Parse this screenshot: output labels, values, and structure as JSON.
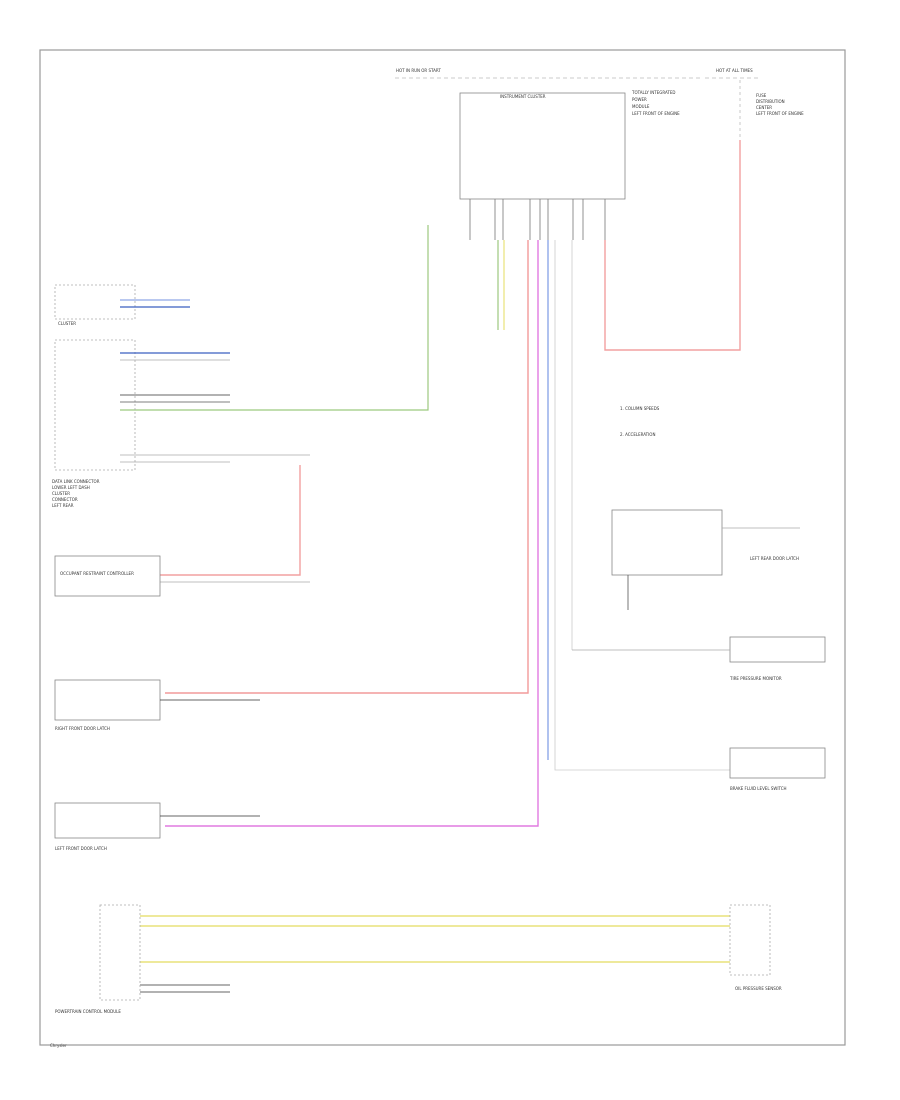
{
  "diagram": {
    "fuse_block_top": "HOT IN RUN OR START",
    "fuse_block_top_right": "HOT AT ALL TIMES",
    "instrument_module": "INSTRUMENT CLUSTER",
    "cluster_label": "CLUSTER",
    "right_upper_labels": [
      "TOTALLY INTEGRATED",
      "POWER",
      "MODULE",
      "LEFT FRONT OF ENGINE"
    ],
    "top_right_block": [
      "FUSE",
      "DISTRIBUTION",
      "CENTER",
      "LEFT FRONT OF ENGINE"
    ],
    "left_connectors": [
      "DATA LINK CONNECTOR",
      "LOWER LEFT DASH",
      "CLUSTER",
      "CONNECTOR",
      "LEFT REAR"
    ],
    "notes": [
      "1. COLUMN SPEEDS",
      "2. ACCELERATION"
    ],
    "modules": [
      "RIGHT FRONT DOOR LATCH",
      "LEFT FRONT DOOR LATCH",
      "OCCUPANT RESTRAINT CONTROLLER",
      "LEFT REAR DOOR LATCH",
      "TIRE PRESSURE MONITOR",
      "BRAKE FLUID LEVEL SWITCH",
      "POWERTRAIN CONTROL MODULE",
      "OIL PRESSURE SENSOR"
    ],
    "footer": "Chrysler"
  }
}
